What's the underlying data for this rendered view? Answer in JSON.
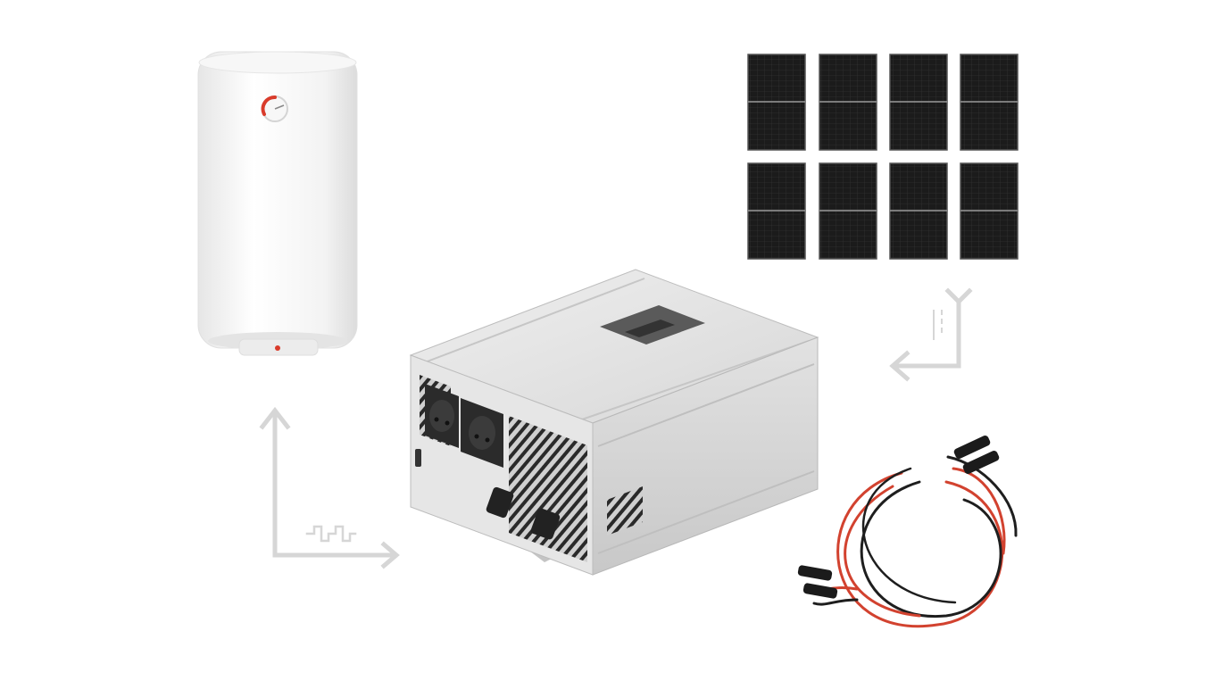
{
  "scene": {
    "background": "#ffffff",
    "objects": [
      "water-heater",
      "solar-panel-array",
      "mppt-inverter",
      "dc-cable-set",
      "flow-arrow-panels-to-inverter",
      "flow-arrow-inverter-to-heater"
    ]
  },
  "solar_panels": {
    "rows": 2,
    "columns": 4,
    "count": 8
  },
  "colors": {
    "heater_body": "#f4f4f4",
    "thermostat_accent": "#d93b2b",
    "panel_cell": "#1c1c1c",
    "inverter_body": "#d9d9d9",
    "arrow": "#d6d6d6",
    "cable_red": "#d2422f",
    "cable_black": "#1e1e1e"
  },
  "icons": {
    "ac_waveform": "modified-sine-wave-icon",
    "dc_symbol": "dc-current-icon"
  }
}
